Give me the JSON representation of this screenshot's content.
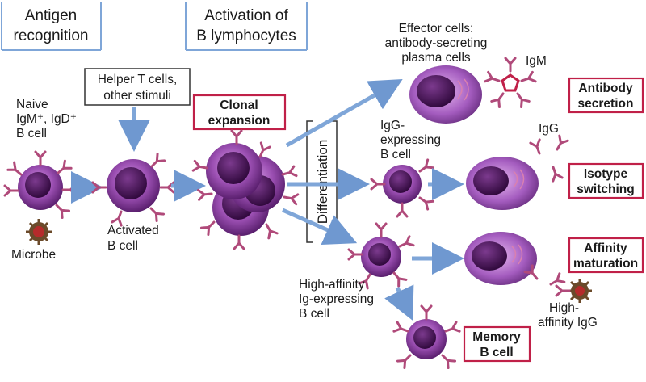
{
  "headers": {
    "antigen_recognition": [
      "Antigen",
      "recognition"
    ],
    "activation": [
      "Activation of",
      "B lymphocytes"
    ]
  },
  "labels": {
    "naive_cell": [
      "Naive",
      "IgM⁺, IgD⁺",
      "B cell"
    ],
    "microbe": "Microbe",
    "helper_t": [
      "Helper T cells,",
      "other stimuli"
    ],
    "activated_cell": [
      "Activated",
      "B cell"
    ],
    "clonal_expansion": [
      "Clonal",
      "expansion"
    ],
    "differentiation": "Differentiation",
    "effector_cells": [
      "Effector cells:",
      "antibody-secreting",
      "plasma cells"
    ],
    "igm": "IgM",
    "antibody_secretion": [
      "Antibody",
      "secretion"
    ],
    "igg_expressing": [
      "IgG-",
      "expressing",
      "B cell"
    ],
    "igg": "IgG",
    "isotype_switching": [
      "Isotype",
      "switching"
    ],
    "high_affinity_cell": [
      "High-affinity",
      "Ig-expressing",
      "B cell"
    ],
    "affinity_maturation": [
      "Affinity",
      "maturation"
    ],
    "high_affinity_igg": [
      "High-",
      "affinity IgG"
    ],
    "memory_cell": [
      "Memory",
      "B cell"
    ]
  },
  "colors": {
    "cell_purple": "#8e3fa3",
    "nucleus": "#3d0c4f",
    "receptor": "#b04a7a",
    "arrow": "#7fa6d8",
    "outcome_border": "#c02048",
    "header_line": "#7fa6d8"
  }
}
